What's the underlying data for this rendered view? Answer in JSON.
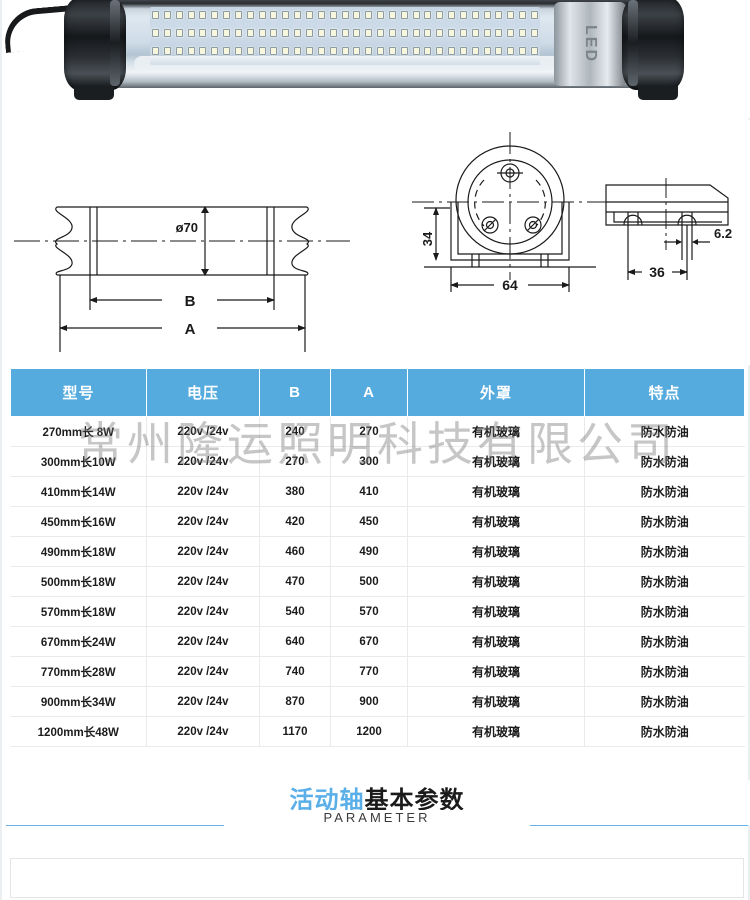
{
  "product_photo": {
    "alt": "LED tube work light with black end caps",
    "brand_text": "LED"
  },
  "drawings": {
    "side_view": {
      "diameter_label": "ø70",
      "dim_b": "B",
      "dim_a": "A"
    },
    "end_view": {
      "dim_height": "34",
      "dim_width": "64"
    },
    "bracket_view": {
      "dim_hole": "6.2",
      "dim_spacing": "36"
    }
  },
  "table": {
    "headers": [
      "型号",
      "电压",
      "B",
      "A",
      "外罩",
      "特点"
    ],
    "rows": [
      [
        "270mm长 8W",
        "220v /24v",
        "240",
        "270",
        "有机玻璃",
        "防水防油"
      ],
      [
        "300mm长10W",
        "220v /24v",
        "270",
        "300",
        "有机玻璃",
        "防水防油"
      ],
      [
        "410mm长14W",
        "220v /24v",
        "380",
        "410",
        "有机玻璃",
        "防水防油"
      ],
      [
        "450mm长16W",
        "220v /24v",
        "420",
        "450",
        "有机玻璃",
        "防水防油"
      ],
      [
        "490mm长18W",
        "220v /24v",
        "460",
        "490",
        "有机玻璃",
        "防水防油"
      ],
      [
        "500mm长18W",
        "220v /24v",
        "470",
        "500",
        "有机玻璃",
        "防水防油"
      ],
      [
        "570mm长18W",
        "220v /24v",
        "540",
        "570",
        "有机玻璃",
        "防水防油"
      ],
      [
        "670mm长24W",
        "220v /24v",
        "640",
        "670",
        "有机玻璃",
        "防水防油"
      ],
      [
        "770mm长28W",
        "220v /24v",
        "740",
        "770",
        "有机玻璃",
        "防水防油"
      ],
      [
        "900mm长34W",
        "220v /24v",
        "870",
        "900",
        "有机玻璃",
        "防水防油"
      ],
      [
        "1200mm长48W",
        "220v /24v",
        "1170",
        "1200",
        "有机玻璃",
        "防水防油"
      ]
    ]
  },
  "watermark": {
    "text": "常州隆运照明科技有限公司"
  },
  "section_header": {
    "title_accent": "活动轴",
    "title_plain": "基本参数",
    "subtitle": "PARAMETER"
  },
  "colors": {
    "header_blue": "#55aade",
    "accent_blue": "#5bafe8",
    "rule_blue": "#64b2e8",
    "text_dark": "#1c1c1c"
  }
}
